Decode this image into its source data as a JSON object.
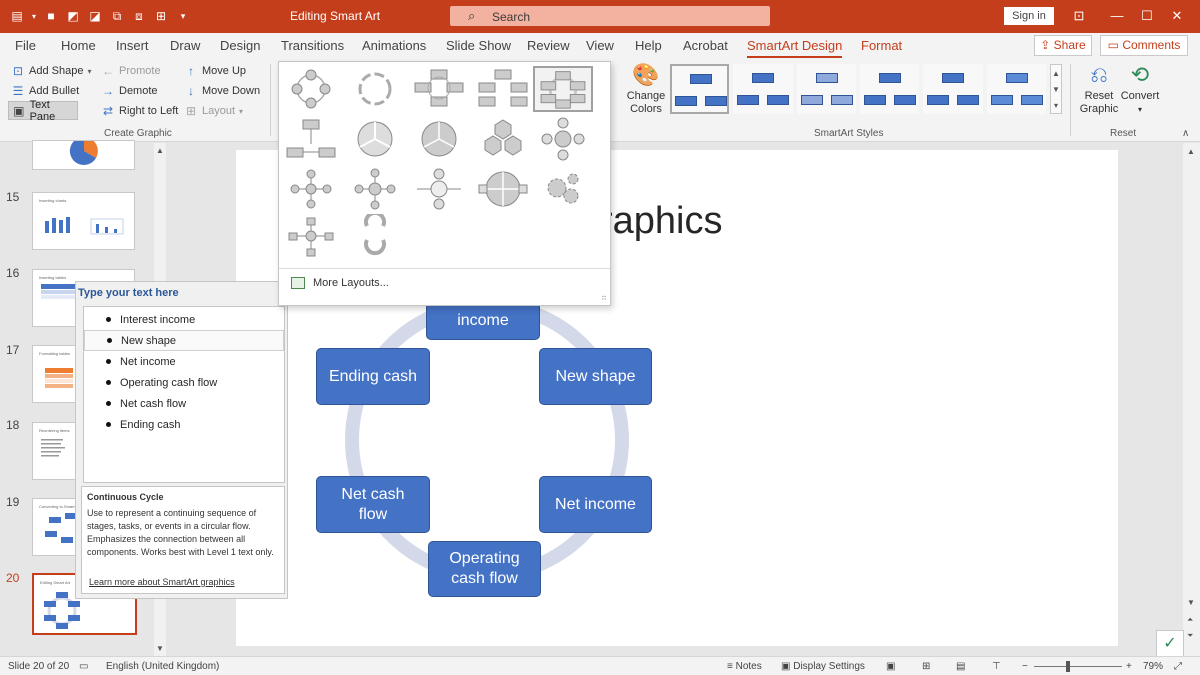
{
  "titlebar": {
    "document_title": "Editing Smart Art",
    "search_placeholder": "Search",
    "signin_label": "Sign in",
    "accent": "#c43e1c"
  },
  "menu": {
    "tabs": [
      "File",
      "Home",
      "Insert",
      "Draw",
      "Design",
      "Transitions",
      "Animations",
      "Slide Show",
      "Review",
      "View",
      "Help",
      "Acrobat",
      "SmartArt Design",
      "Format"
    ],
    "active_tab": "SmartArt Design",
    "share_label": "Share",
    "comments_label": "Comments"
  },
  "ribbon": {
    "create_graphic": {
      "add_shape": "Add Shape",
      "add_bullet": "Add Bullet",
      "text_pane": "Text Pane",
      "promote": "Promote",
      "demote": "Demote",
      "right_to_left": "Right to Left",
      "move_up": "Move Up",
      "move_down": "Move Down",
      "layout": "Layout",
      "group_label": "Create Graphic"
    },
    "smartart_styles": {
      "change_colors": "Change Colors",
      "group_label": "SmartArt Styles"
    },
    "reset": {
      "reset_graphic": "Reset Graphic",
      "convert": "Convert",
      "group_label": "Reset"
    }
  },
  "slides_panel": {
    "slides": [
      {
        "number": "15",
        "title": "Inserting charts"
      },
      {
        "number": "16",
        "title": "Inserting tables"
      },
      {
        "number": "17",
        "title": "Formatting tables"
      },
      {
        "number": "18",
        "title": "Reordering items"
      },
      {
        "number": "19",
        "title": "Converting to Smart"
      },
      {
        "number": "20",
        "title": "Editing Smart Art"
      }
    ],
    "current": "20"
  },
  "slide": {
    "title_visible": "raphics",
    "nodes": {
      "top": "income",
      "left_upper": "Ending cash",
      "right_upper": "New shape",
      "left_lower": "Net cash flow",
      "right_lower": "Net income",
      "bottom": "Operating cash flow"
    },
    "node_color": "#4472c4",
    "cycle_color": "#d4d9ea"
  },
  "text_pane": {
    "title": "Type your text here",
    "items": [
      "Interest income",
      "New shape",
      "Net income",
      "Operating cash flow",
      "Net cash flow",
      "Ending cash"
    ],
    "selected_item": "New shape",
    "layout_name": "Continuous Cycle",
    "layout_description": "Use to represent a continuing sequence of stages, tasks, or events in a circular flow. Emphasizes the connection between all components. Works best with Level 1 text only.",
    "learn_more": "Learn more about SmartArt graphics"
  },
  "gallery": {
    "more_layouts": "More Layouts..."
  },
  "statusbar": {
    "slide_info": "Slide 20 of 20",
    "language": "English (United Kingdom)",
    "notes": "Notes",
    "display_settings": "Display Settings",
    "zoom": "79%"
  }
}
